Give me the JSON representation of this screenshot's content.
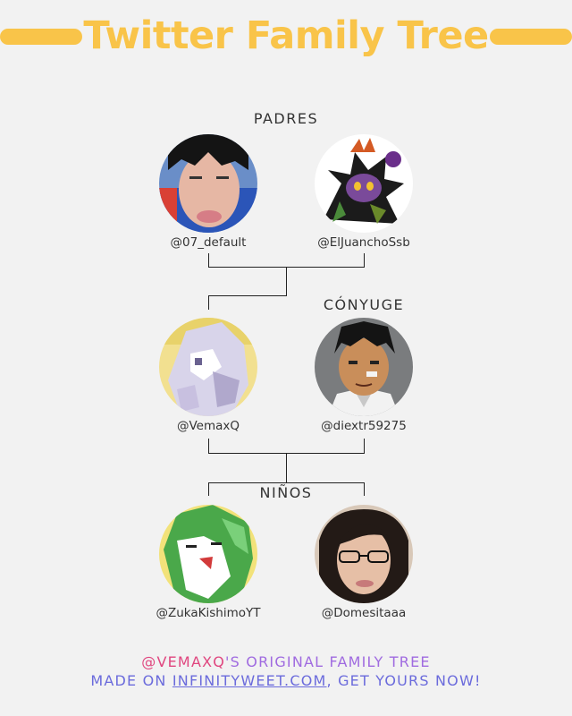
{
  "title": "Twitter Family Tree",
  "colors": {
    "accent": "#f9c449",
    "footer_user": "#e0467f",
    "footer_text": "#a06be0",
    "footer_link_text": "#6b6bdc"
  },
  "sections": {
    "parents_label": "PADRES",
    "spouse_label": "CÓNYUGE",
    "children_label": "NIÑOS"
  },
  "parents": [
    {
      "handle": "@07_default",
      "avatar": "avatar-person-selfie"
    },
    {
      "handle": "@ElJuanchoSsb",
      "avatar": "avatar-skull-kid-mask"
    }
  ],
  "main": {
    "handle": "@VemaxQ",
    "avatar": "avatar-pixel-creature"
  },
  "spouse": {
    "handle": "@diextr59275",
    "avatar": "avatar-anime-boxer"
  },
  "children": [
    {
      "handle": "@ZukaKishimoYT",
      "avatar": "avatar-gallade-pixel"
    },
    {
      "handle": "@Domesitaaa",
      "avatar": "avatar-person-glasses"
    }
  ],
  "footer": {
    "user": "@VEMAXQ",
    "line1_suffix": "'S ORIGINAL FAMILY TREE",
    "line2_prefix": "MADE ON ",
    "link": "INFINITYWEET.COM",
    "line2_suffix": ", GET YOURS NOW!"
  }
}
